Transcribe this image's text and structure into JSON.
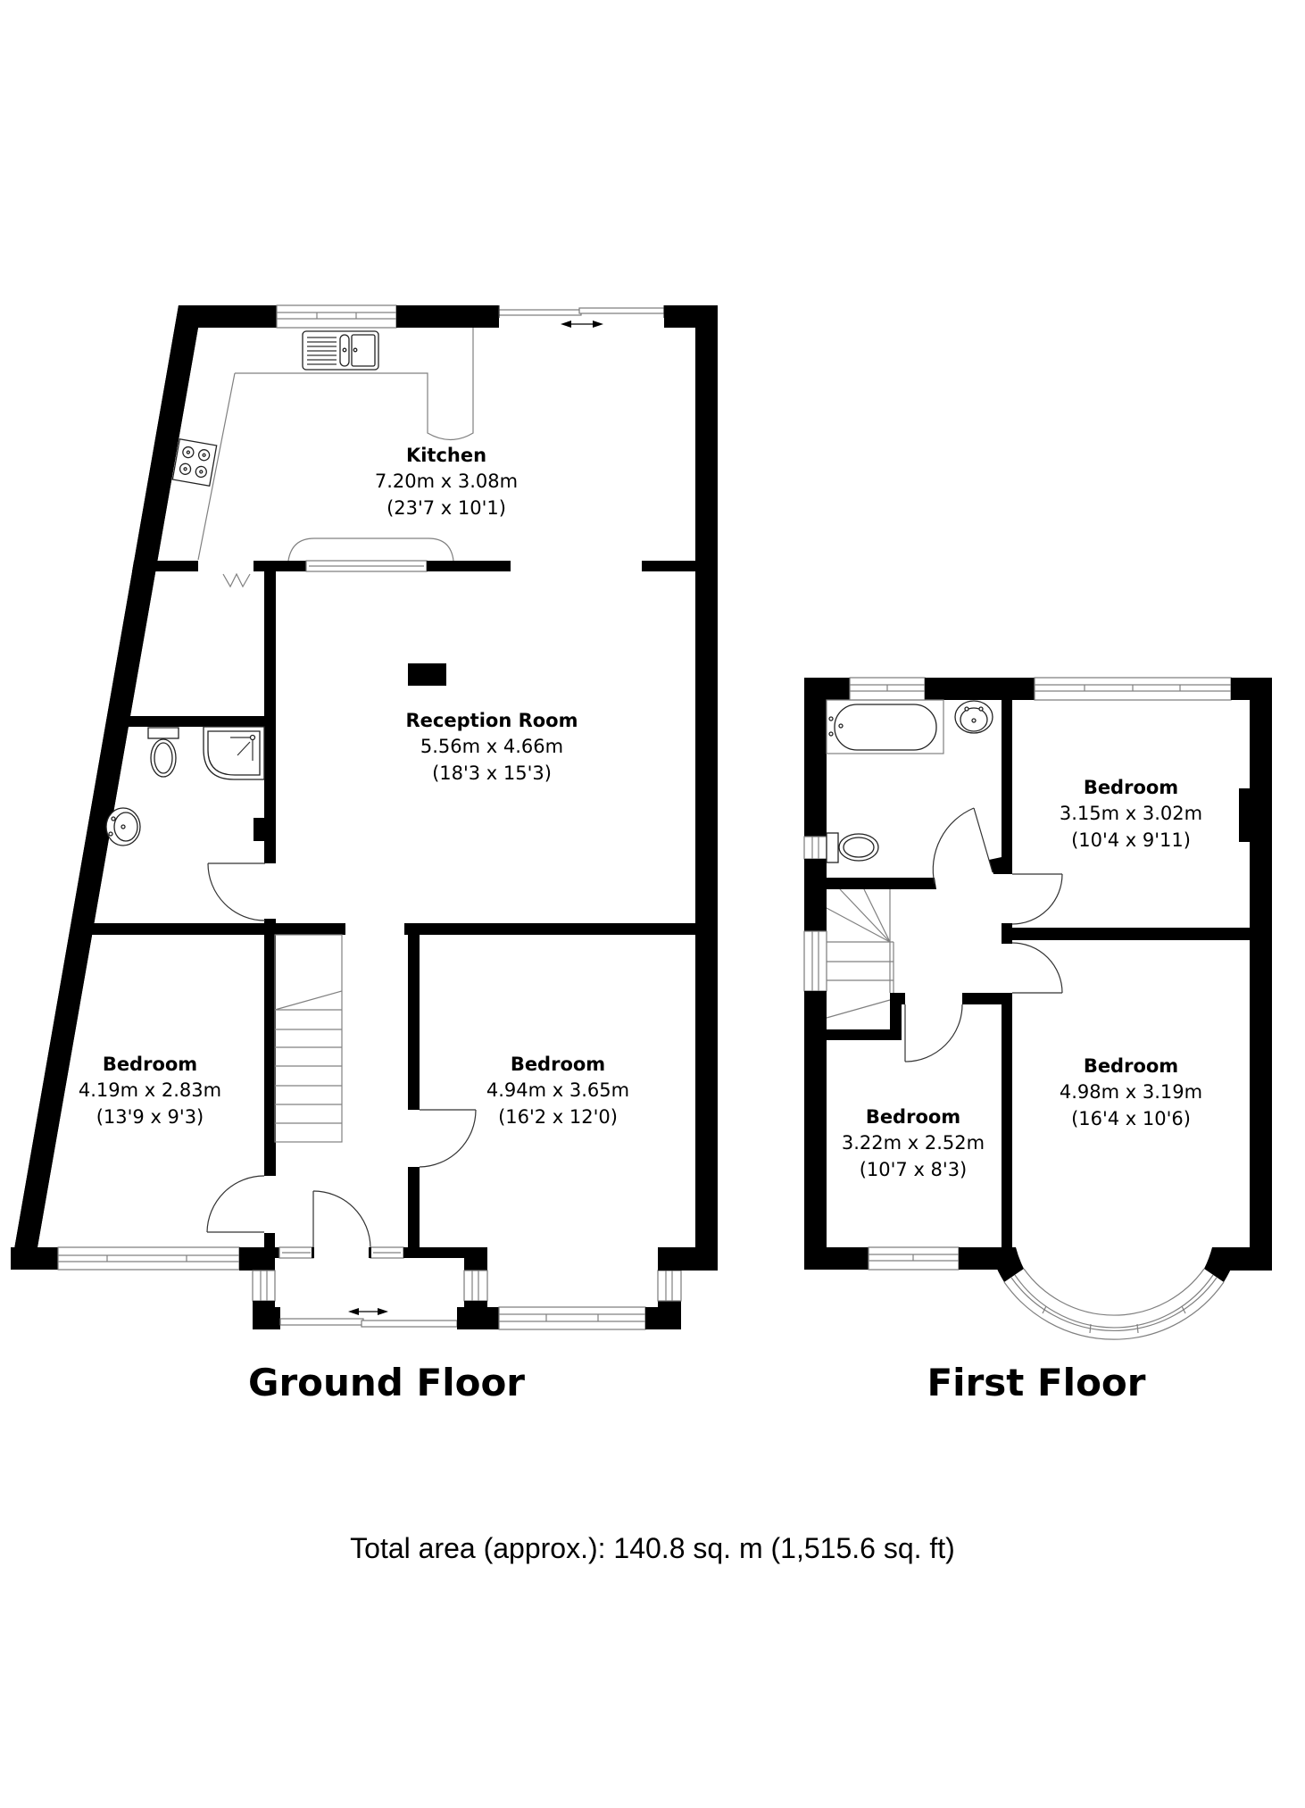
{
  "ground_floor": {
    "title": "Ground Floor",
    "rooms": [
      {
        "name": "Kitchen",
        "metric": "7.20m x 3.08m",
        "imperial": "(23'7 x 10'1)"
      },
      {
        "name": "Reception Room",
        "metric": "5.56m x 4.66m",
        "imperial": "(18'3 x 15'3)"
      },
      {
        "name": "Bedroom",
        "metric": "4.19m x 2.83m",
        "imperial": "(13'9 x 9'3)"
      },
      {
        "name": "Bedroom",
        "metric": "4.94m x 3.65m",
        "imperial": "(16'2 x 12'0)"
      }
    ],
    "fixtures": [
      "sink-icon",
      "hob-icon",
      "toilet-icon",
      "shower-icon",
      "basin-icon",
      "stairs-icon",
      "sliding-door-arrow-icon"
    ]
  },
  "first_floor": {
    "title": "First Floor",
    "rooms": [
      {
        "name": "Bedroom",
        "metric": "3.15m x 3.02m",
        "imperial": "(10'4 x 9'11)"
      },
      {
        "name": "Bedroom",
        "metric": "4.98m x 3.19m",
        "imperial": "(16'4 x 10'6)"
      },
      {
        "name": "Bedroom",
        "metric": "3.22m x 2.52m",
        "imperial": "(10'7 x 8'3)"
      }
    ],
    "fixtures": [
      "bath-icon",
      "basin-icon",
      "toilet-icon",
      "stairs-icon",
      "bay-window-icon"
    ]
  },
  "footer": {
    "total_area": "Total area (approx.): 140.8 sq. m (1,515.6 sq. ft)"
  },
  "colors": {
    "wall": "#000000",
    "background": "#ffffff",
    "fixture_line": "#808080"
  }
}
